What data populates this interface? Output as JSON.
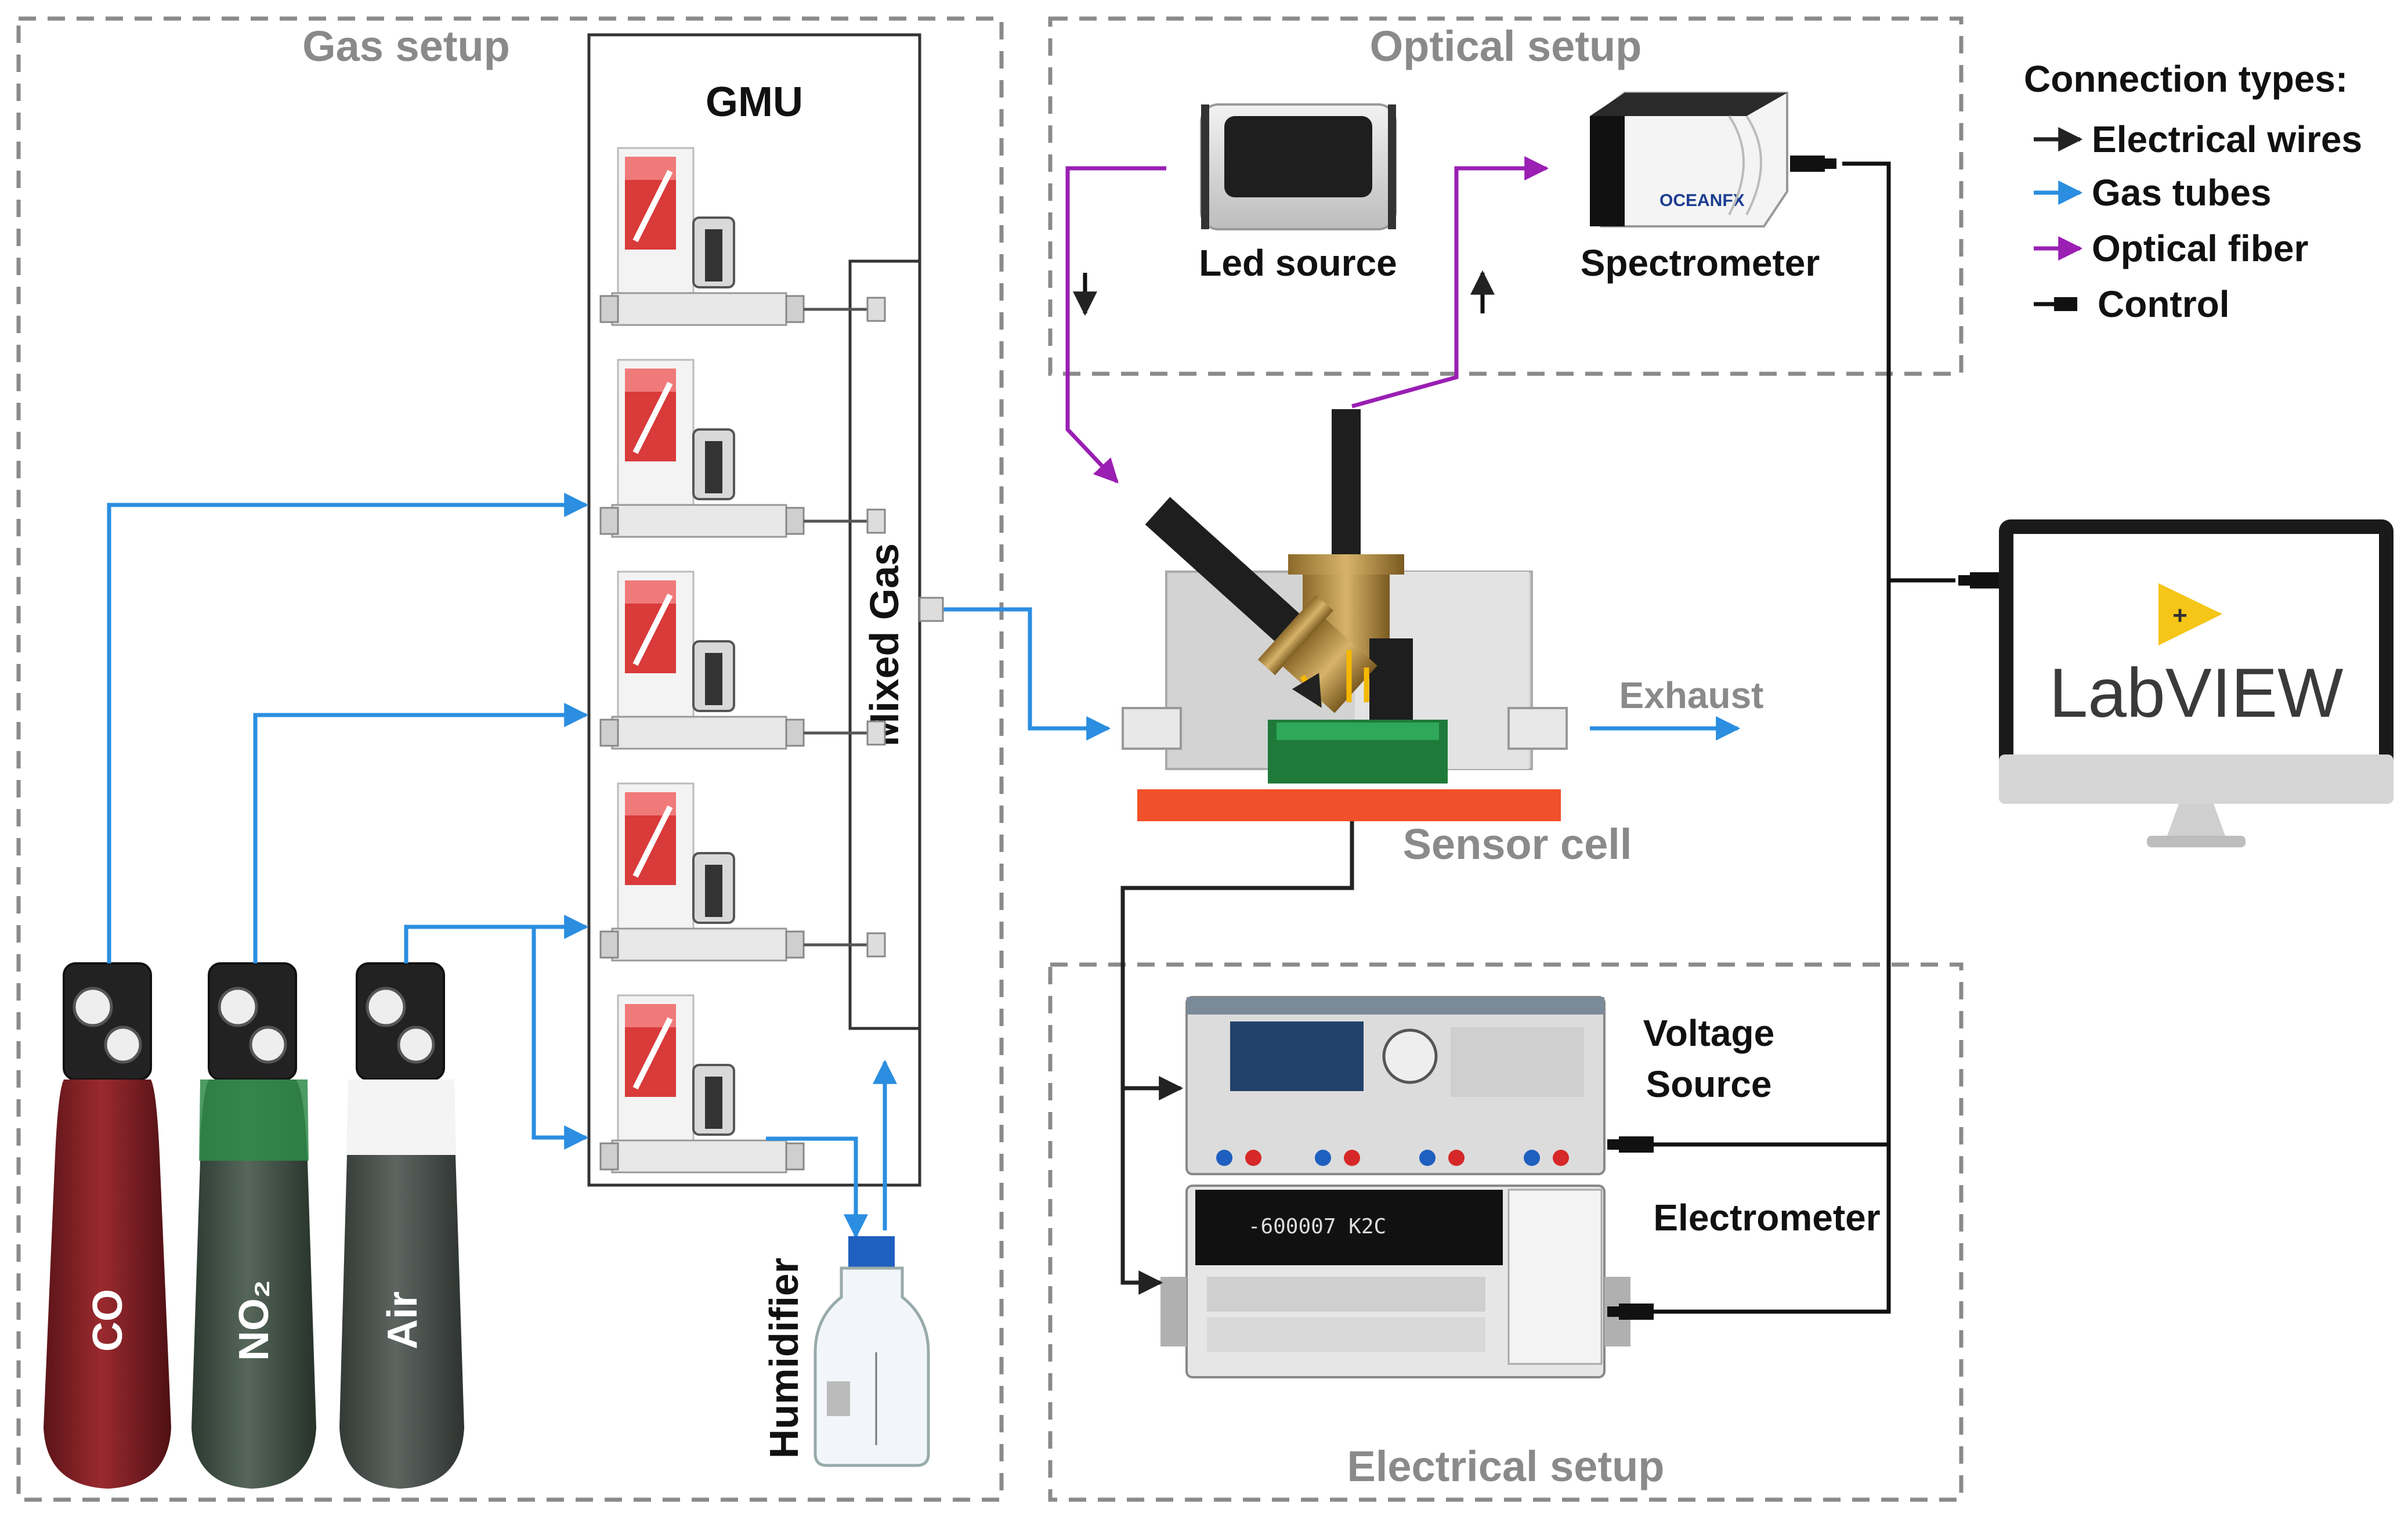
{
  "sections": {
    "gas_setup": "Gas setup",
    "optical_setup": "Optical setup",
    "electrical_setup": "Electrical setup"
  },
  "components": {
    "gmu": "GMU",
    "mixed_gas": "Mixed Gas",
    "led_source": "Led source",
    "spectrometer": "Spectrometer",
    "spectrometer_brand": "OCEANFX",
    "exhaust": "Exhaust",
    "sensor_cell": "Sensor cell",
    "voltage_source_line1": "Voltage",
    "voltage_source_line2": "Source",
    "electrometer": "Electrometer",
    "electrometer_display": "-600007  K2C",
    "humidifier": "Humidifier",
    "labview_brand": "LabVIEW"
  },
  "cylinders": [
    {
      "label": "CO",
      "body_color": "#7a1e22"
    },
    {
      "label": "NO₂",
      "body_color": "#3d4f44"
    },
    {
      "label": "Air",
      "body_color": "#4a504c"
    }
  ],
  "legend": {
    "title": "Connection types:",
    "items": [
      {
        "label": "Electrical wires",
        "color": "#222222",
        "icon": "arrow-icon"
      },
      {
        "label": "Gas tubes",
        "color": "#2b8ee0",
        "icon": "arrow-icon"
      },
      {
        "label": "Optical fiber",
        "color": "#9a1fb3",
        "icon": "arrow-icon"
      },
      {
        "label": "Control",
        "color": "#111111",
        "icon": "usb-plug-icon"
      }
    ]
  },
  "colors": {
    "electrical": "#222222",
    "gas": "#2b8ee0",
    "optical": "#9a1fb3",
    "dashed_border": "#8a8a8a",
    "heater": "#f0512a",
    "labview_yellow": "#f5c518"
  }
}
